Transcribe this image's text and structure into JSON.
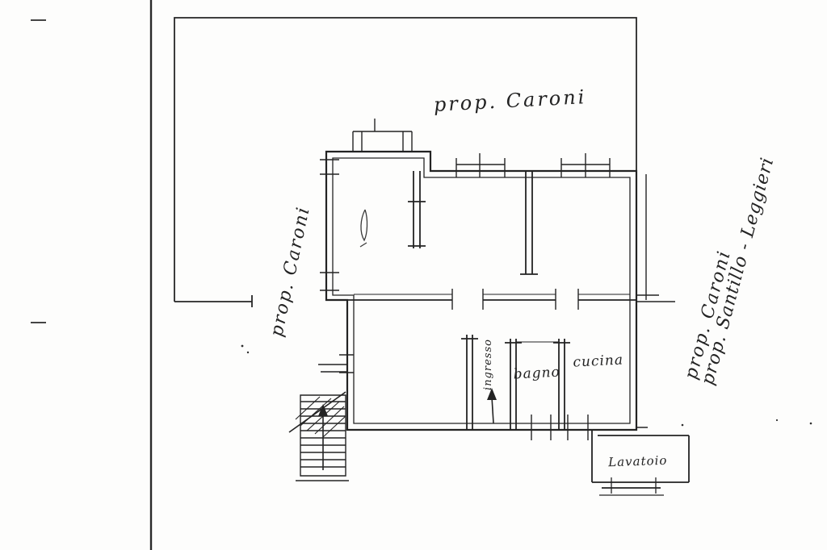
{
  "page": {
    "paper_color": "#fdfdfc",
    "ink_color": "#232323"
  },
  "plan": {
    "boundary_labels": {
      "top": "prop. Caroni",
      "left": "prop. Caroni",
      "right_line1": "prop. Caroni",
      "right_line2": "prop. Santillo - Leggieri"
    },
    "rooms": {
      "ingresso": "ingresso",
      "bagno": "bagno",
      "cucina": "cucina",
      "lavatoio": "Lavatoio"
    }
  }
}
